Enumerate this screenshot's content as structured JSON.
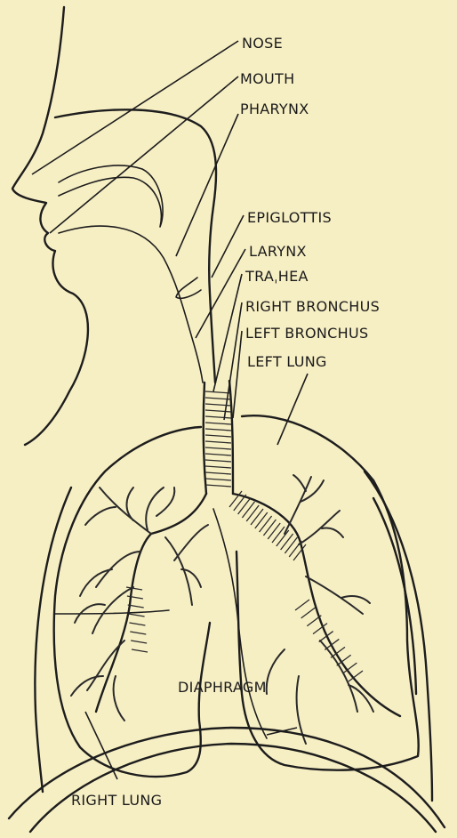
{
  "labels": {
    "nose": "NOSE",
    "mouth": "MOUTH",
    "pharynx": "PHARYNX",
    "epiglottis": "EPIGLOTTIS",
    "larynx": "LARYNX",
    "trachea": "TRAˌHEA",
    "right_bronchus": "RIGHT BRONCHUS",
    "left_bronchus": "LEFT BRONCHUS",
    "left_lung": "LEFT LUNG",
    "diaphragm": "DIAPHRAGM",
    "right_lung": "RIGHT LUNG"
  },
  "colors": {
    "paper": "#f7efc4",
    "ink": "#1d1d1d"
  }
}
